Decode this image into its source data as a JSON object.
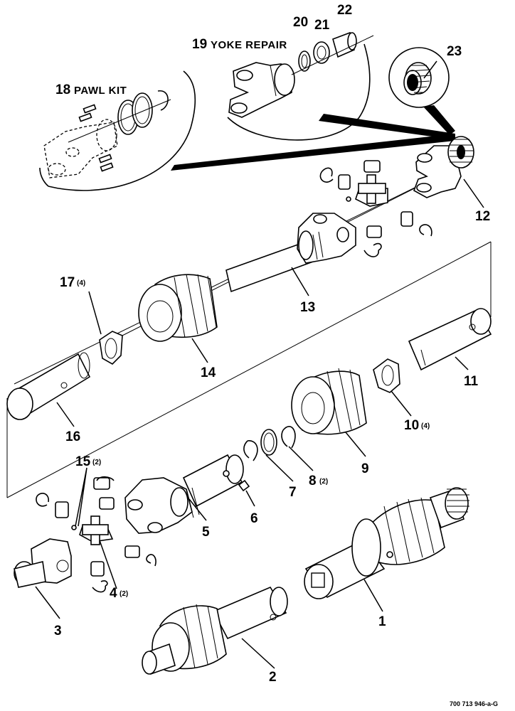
{
  "callouts": {
    "c1": "1",
    "c2": "2",
    "c3": "3",
    "c4": "4",
    "c4q": "(2)",
    "c5": "5",
    "c6": "6",
    "c7": "7",
    "c8": "8",
    "c8q": "(2)",
    "c9": "9",
    "c10": "10",
    "c10q": "(4)",
    "c11": "11",
    "c12": "12",
    "c13": "13",
    "c14": "14",
    "c15": "15",
    "c15q": "(2)",
    "c16": "16",
    "c17": "17",
    "c17q": "(4)",
    "c18": "18",
    "c18t": "PAWL KIT",
    "c19": "19",
    "c19t": "YOKE REPAIR",
    "c20": "20",
    "c21": "21",
    "c22": "22",
    "c23": "23"
  },
  "drawing_code": "700 713 946-a-G"
}
